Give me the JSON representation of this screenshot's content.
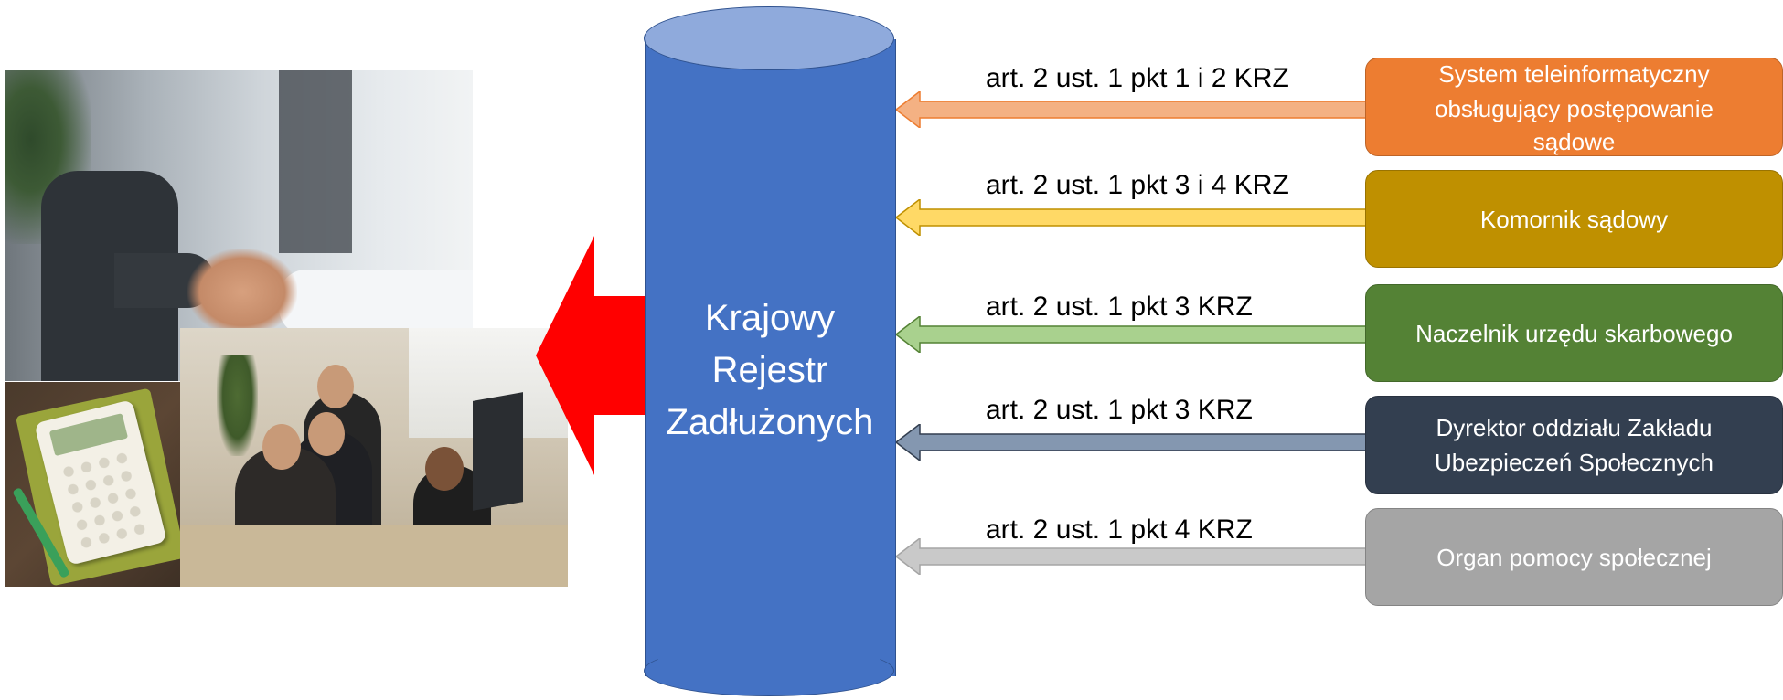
{
  "registry": {
    "lines": [
      "Krajowy",
      "Rejestr",
      "Zadłużonych"
    ],
    "color": "#4472c4",
    "top_color": "#8faadc"
  },
  "output_arrow_color": "#ff0000",
  "sources": [
    {
      "legal_basis": "art. 2 ust. 1 pkt 1 i 2 KRZ",
      "lines": [
        "System teleinformatyczny",
        "obsługujący postępowanie",
        "sądowe"
      ],
      "box_color": "#ed7d31",
      "arrow_color": "#f4b183"
    },
    {
      "legal_basis": "art. 2 ust. 1 pkt 3 i 4 KRZ",
      "lines": [
        "Komornik sądowy"
      ],
      "box_color": "#bf9000",
      "arrow_color": "#ffd966"
    },
    {
      "legal_basis": "art. 2 ust. 1 pkt 3 KRZ",
      "lines": [
        "Naczelnik urzędu skarbowego"
      ],
      "box_color": "#548235",
      "arrow_color": "#a9d18e"
    },
    {
      "legal_basis": "art. 2 ust. 1 pkt 3 KRZ",
      "lines": [
        "Dyrektor oddziału Zakładu",
        "Ubezpieczeń Społecznych"
      ],
      "box_color": "#333f50",
      "arrow_color": "#8497b0"
    },
    {
      "legal_basis": "art. 2 ust. 1 pkt 4 KRZ",
      "lines": [
        "Organ pomocy społecznej"
      ],
      "box_color": "#a5a5a5",
      "arrow_color": "#c9c9c9"
    }
  ]
}
